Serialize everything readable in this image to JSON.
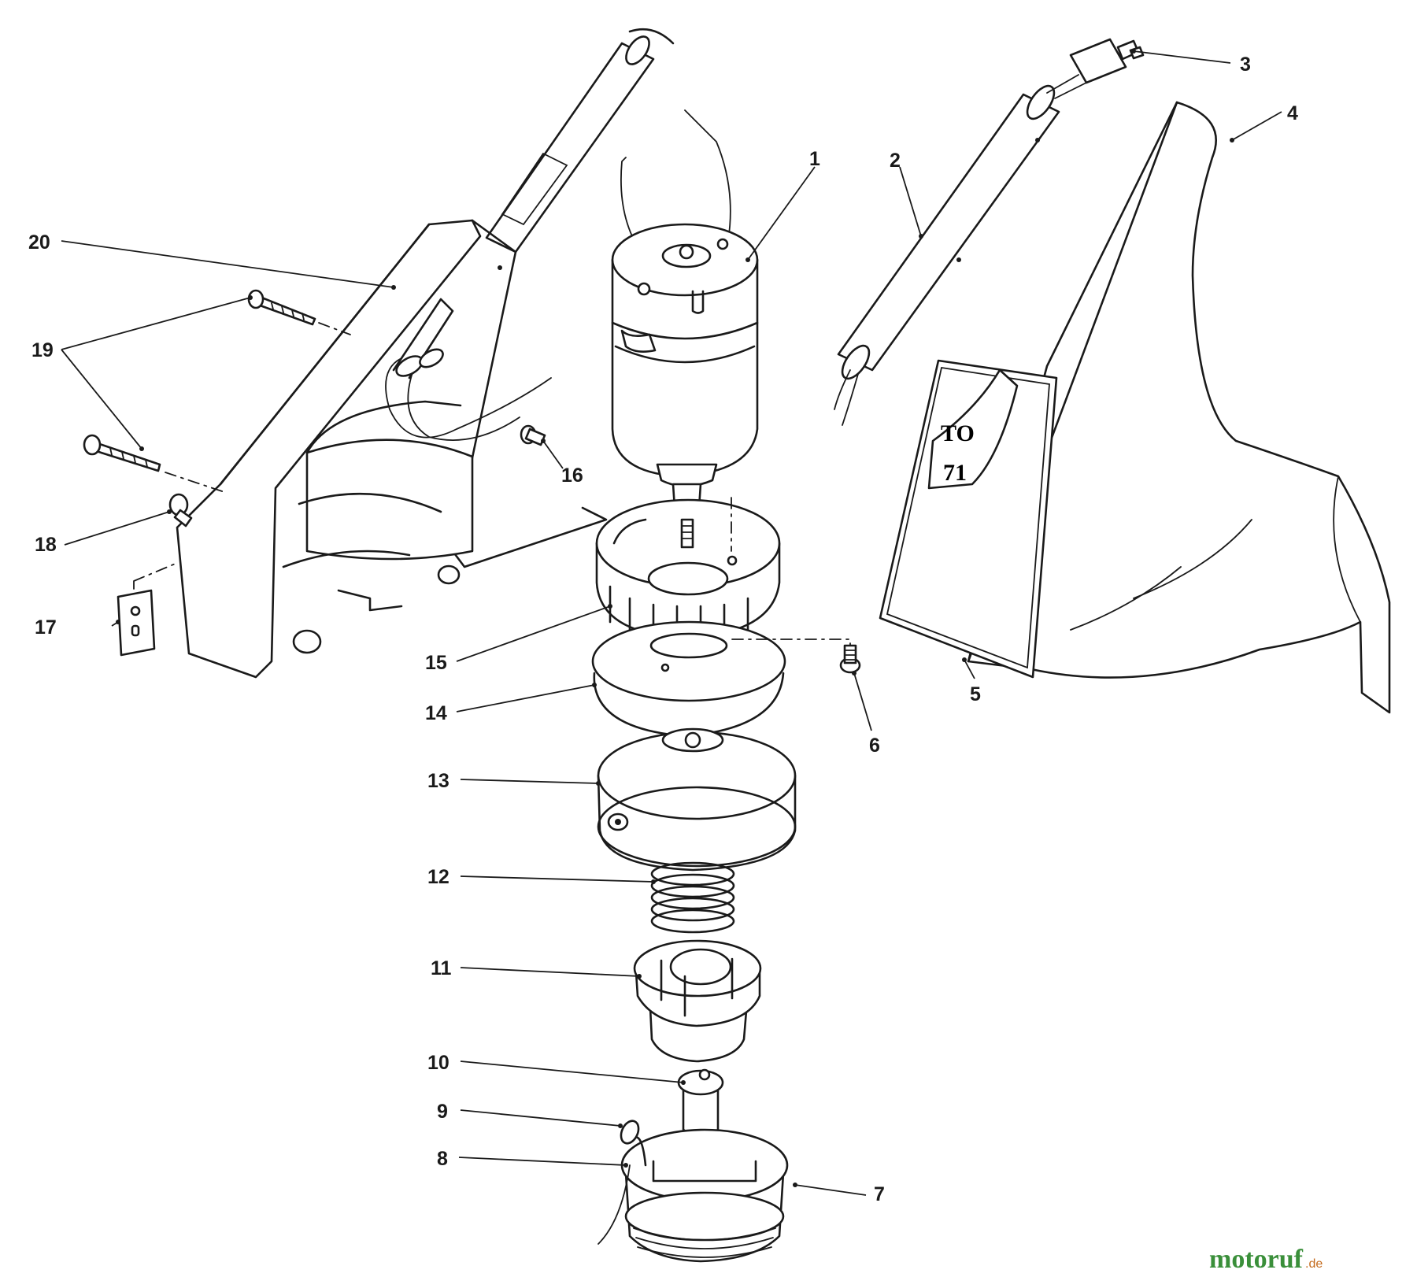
{
  "callouts": [
    {
      "id": "1",
      "label": "1"
    },
    {
      "id": "2",
      "label": "2"
    },
    {
      "id": "3",
      "label": "3"
    },
    {
      "id": "4",
      "label": "4"
    },
    {
      "id": "5",
      "label": "5"
    },
    {
      "id": "6",
      "label": "6"
    },
    {
      "id": "7",
      "label": "7"
    },
    {
      "id": "8",
      "label": "8"
    },
    {
      "id": "9",
      "label": "9"
    },
    {
      "id": "10",
      "label": "10"
    },
    {
      "id": "11",
      "label": "11"
    },
    {
      "id": "12",
      "label": "12"
    },
    {
      "id": "13",
      "label": "13"
    },
    {
      "id": "14",
      "label": "14"
    },
    {
      "id": "15",
      "label": "15"
    },
    {
      "id": "16",
      "label": "16"
    },
    {
      "id": "17",
      "label": "17"
    },
    {
      "id": "18",
      "label": "18"
    },
    {
      "id": "19",
      "label": "19"
    },
    {
      "id": "20",
      "label": "20"
    }
  ],
  "decal_text": {
    "line1": "TO",
    "line2": "71"
  },
  "watermark": {
    "brand": "motoruf",
    "suffix": ".de"
  },
  "colors": {
    "ink": "#1a1a1a",
    "watermark_main": "#3a8f3a",
    "watermark_suffix": "#c46a1c"
  }
}
